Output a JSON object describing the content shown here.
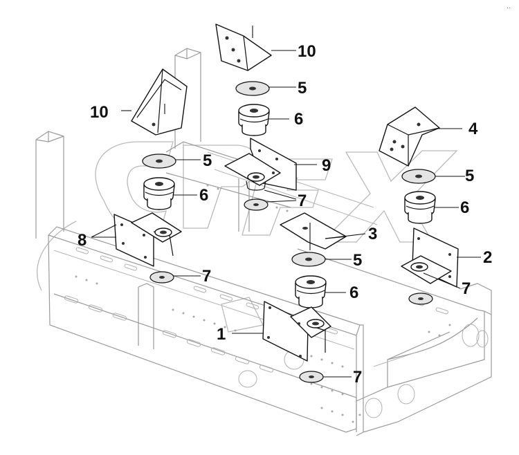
{
  "labels": {
    "n1": "1",
    "n2": "2",
    "n3": "3",
    "n4": "4",
    "n5a": "5",
    "n5b": "5",
    "n5c": "5",
    "n5d": "5",
    "n6a": "6",
    "n6b": "6",
    "n6c": "6",
    "n6d": "6",
    "n7a": "7",
    "n7b": "7",
    "n7c": "7",
    "n7d": "7",
    "n8": "8",
    "n9": "9",
    "n10a": "10",
    "n10b": "10"
  },
  "corner_mark": "..",
  "colors": {
    "line": "#111111",
    "frame": "#9a9a9a",
    "watermark": "#b9b9b9"
  }
}
